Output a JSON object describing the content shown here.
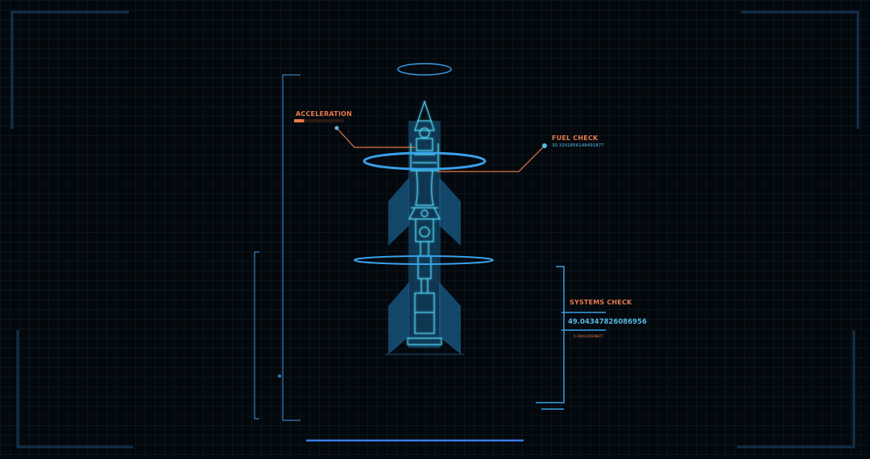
{
  "acceleration": {
    "label": "ACCELERATION",
    "level": 0.2
  },
  "fuel_check": {
    "label": "FUEL CHECK",
    "value": "30.3201856148491877"
  },
  "systems_check": {
    "label": "SYSTEMS CHECK",
    "value": "49.04347826086956",
    "sub_value": "0.3946145608877"
  },
  "colors": {
    "accent_orange": "#e87a4a",
    "accent_blue": "#3aa0e8",
    "cyan": "#4fd0f0"
  }
}
